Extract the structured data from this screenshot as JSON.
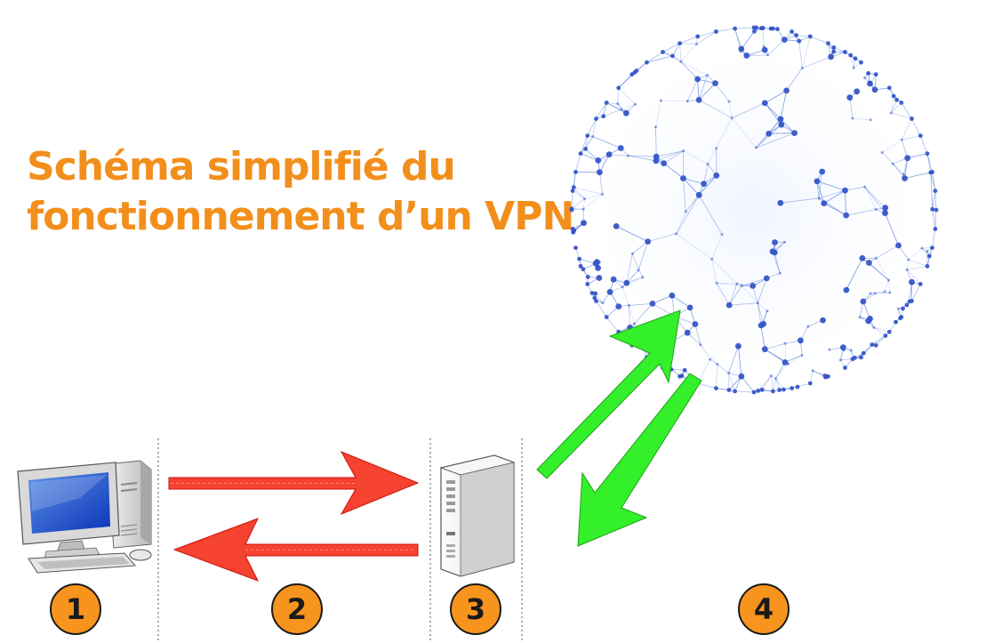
{
  "title": {
    "line1": "Schéma simplifié du",
    "line2": "fonctionnement d’un VPN"
  },
  "steps": [
    {
      "label": "1"
    },
    {
      "label": "2"
    },
    {
      "label": "3"
    },
    {
      "label": "4"
    }
  ],
  "colors": {
    "title": "#f28f1c",
    "badge": "#f7941d",
    "red_arrow": "#f5321e",
    "green_arrow": "#33f02a",
    "network_line": "#6d8fe0",
    "network_node": "#3656c8",
    "divider": "#555555"
  },
  "icons": {
    "computer": "desktop-computer-icon",
    "server": "server-tower-icon",
    "internet": "network-globe-icon"
  }
}
